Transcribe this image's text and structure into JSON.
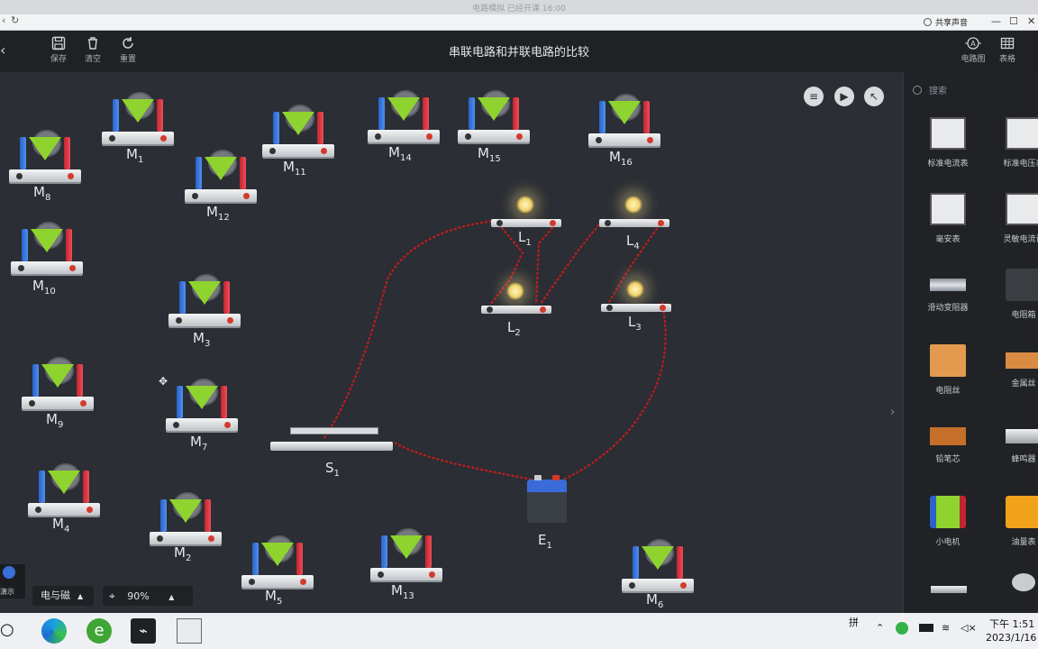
{
  "browser": {
    "tab_hint": "电路模拟 已经开课 16:00",
    "share_label": "共享声音"
  },
  "toolbar": {
    "save": "保存",
    "clear": "清空",
    "reset": "重置",
    "title": "串联电路和并联电路的比较",
    "circuit_diagram": "电路图",
    "table": "表格"
  },
  "components": {
    "motors": [
      {
        "id": "M",
        "sub": "1"
      },
      {
        "id": "M",
        "sub": "2"
      },
      {
        "id": "M",
        "sub": "3"
      },
      {
        "id": "M",
        "sub": "4"
      },
      {
        "id": "M",
        "sub": "5"
      },
      {
        "id": "M",
        "sub": "6"
      },
      {
        "id": "M",
        "sub": "7"
      },
      {
        "id": "M",
        "sub": "8"
      },
      {
        "id": "M",
        "sub": "9"
      },
      {
        "id": "M",
        "sub": "10"
      },
      {
        "id": "M",
        "sub": "11"
      },
      {
        "id": "M",
        "sub": "12"
      },
      {
        "id": "M",
        "sub": "13"
      },
      {
        "id": "M",
        "sub": "14"
      },
      {
        "id": "M",
        "sub": "15"
      },
      {
        "id": "M",
        "sub": "16"
      }
    ],
    "lamps": [
      {
        "id": "L",
        "sub": "1"
      },
      {
        "id": "L",
        "sub": "2"
      },
      {
        "id": "L",
        "sub": "3"
      },
      {
        "id": "L",
        "sub": "4"
      }
    ],
    "switch": {
      "id": "S",
      "sub": "1"
    },
    "battery": {
      "id": "E",
      "sub": "1"
    }
  },
  "workspace": {
    "category": "电与磁",
    "zoom": "90%",
    "demo_label": "演示"
  },
  "sidebar": {
    "search_placeholder": "搜索",
    "items": [
      "标准电流表",
      "标准电压表",
      "毫安表",
      "灵敏电流计",
      "滑动变阻器",
      "电阻箱",
      "电阻丝",
      "金属丝",
      "铅笔芯",
      "蜂鸣器",
      "小电机",
      "油量表"
    ]
  },
  "taskbar": {
    "ime": "拼",
    "time": "下午 1:51",
    "date": "2023/1/16"
  },
  "colors": {
    "wire": "#c01c1c",
    "background": "#2b2e34",
    "toolbar": "#1f2125",
    "sidebar": "#202226"
  }
}
